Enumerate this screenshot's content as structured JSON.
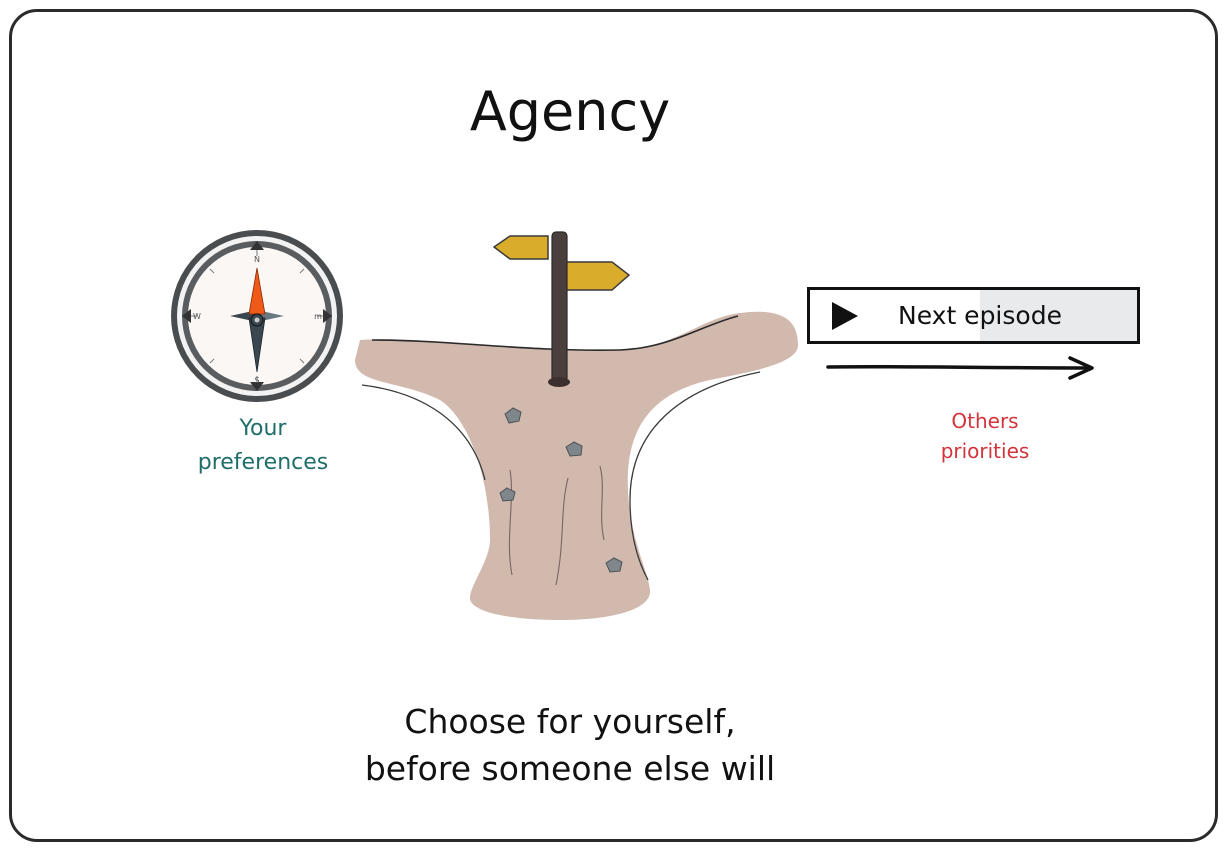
{
  "title": "Agency",
  "compass": {
    "north": "N",
    "south": "S",
    "west": "W",
    "east": "m"
  },
  "labels": {
    "preferences_line1": "Your",
    "preferences_line2": "preferences",
    "others_line1": "Others",
    "others_line2": "priorities"
  },
  "next_button": {
    "label": "Next episode"
  },
  "caption": {
    "line1": "Choose for yourself,",
    "line2": "before someone else will"
  },
  "colors": {
    "border": "#2b2b2b",
    "path": "#d2b9ae",
    "sign": "#d9ad2b",
    "post": "#4a3f3d",
    "needle_north": "#f05a18",
    "needle_south": "#3a4750",
    "preferences": "#1f6e6a",
    "others": "#d3343b"
  }
}
